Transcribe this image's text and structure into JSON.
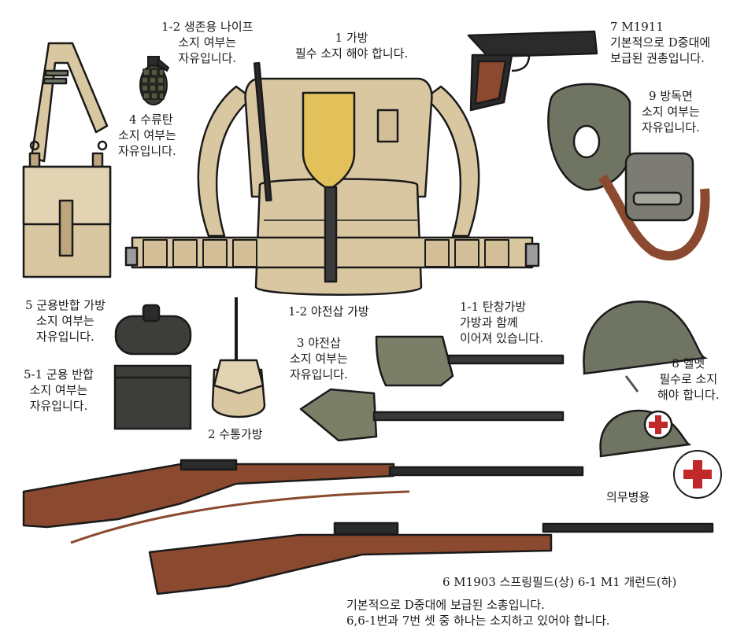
{
  "labels": {
    "knife_title": "1-2 생존용 나이프",
    "knife_desc_1": "소지 여부는",
    "knife_desc_2": "자유입니다.",
    "backpack_title": "1 가방",
    "backpack_desc": "필수 소지 해야 합니다.",
    "pistol_title": "7 M1911",
    "pistol_desc_1": "기본적으로 D중대에",
    "pistol_desc_2": "보급된 권총입니다.",
    "grenade_title": "4 수류탄",
    "grenade_desc_1": "소지 여부는",
    "grenade_desc_2": "자유입니다.",
    "gasmask_title": "9 방독면",
    "gasmask_desc_1": "소지 여부는",
    "gasmask_desc_2": "자유입니다.",
    "messbag_title": "5 군용반합 가방",
    "messbag_desc_1": "소지 여부는",
    "messbag_desc_2": "자유입니다.",
    "shovelbag_title": "1-2 야전삽 가방",
    "ammobelt_title": "1-1 탄창가방",
    "ammobelt_desc_1": "가방과 함께",
    "ammobelt_desc_2": "이어져 있습니다.",
    "shovel_title": "3 야전삽",
    "shovel_desc_1": "소지 여부는",
    "shovel_desc_2": "자유입니다.",
    "helmet_title": "8 헬멧",
    "helmet_desc_1": "필수로 소지",
    "helmet_desc_2": "해야 합니다.",
    "messkit_title": "5-1 군용 반합",
    "messkit_desc_1": "소지 여부는",
    "messkit_desc_2": "자유입니다.",
    "canteen_title": "2 수통가방",
    "medic_title": "의무병용",
    "rifles_title": "6 M1903 스프링필드(상)   6-1 M1 개런드(하)",
    "rifles_desc_1": "기본적으로 D중대에 보급된 소총입니다.",
    "rifles_desc_2": "6,6-1번과 7번 셋 중 하나는 소지하고 있어야 합니다."
  },
  "colors": {
    "khaki": "#d9c7a1",
    "khaki_dark": "#bda57d",
    "olive": "#6f7562",
    "wood": "#8b4a2f",
    "metal": "#2b2b2b",
    "brass": "#e3c15a",
    "medic_red": "#c0282a",
    "outline": "#1a1a1a"
  },
  "icons": {
    "shoulder_bag": "shoulder-bag-icon",
    "grenade": "grenade-icon",
    "knife": "knife-icon",
    "backpack": "backpack-icon",
    "pistol": "pistol-icon",
    "gasmask": "gas-mask-icon",
    "mess_lid": "mess-kit-lid-icon",
    "mess_kit": "mess-kit-icon",
    "canteen": "canteen-pouch-icon",
    "shovel": "shovel-icon",
    "helmet": "helmet-icon",
    "medic_helmet": "medic-helmet-icon",
    "red_cross": "red-cross-icon",
    "rifle_springfield": "m1903-rifle-icon",
    "rifle_garand": "m1-garand-rifle-icon"
  }
}
